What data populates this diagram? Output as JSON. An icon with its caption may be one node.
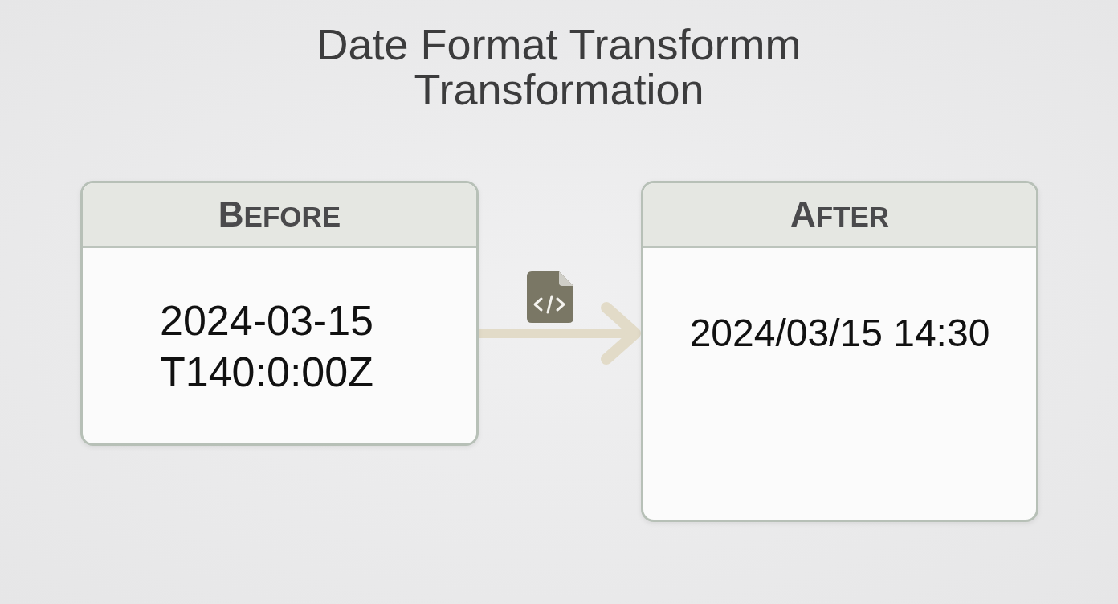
{
  "diagram": {
    "title": "Date Format Transformm Transformation",
    "nodes": [
      {
        "text": [
          "BEFORE",
          "2024-03-15 T140:0:00Z"
        ]
      },
      {
        "text": [
          "AFTER",
          "2024/03/15 14:30"
        ]
      }
    ],
    "edges": [
      {
        "from": 0,
        "to": 1,
        "arrow": "to"
      }
    ]
  }
}
